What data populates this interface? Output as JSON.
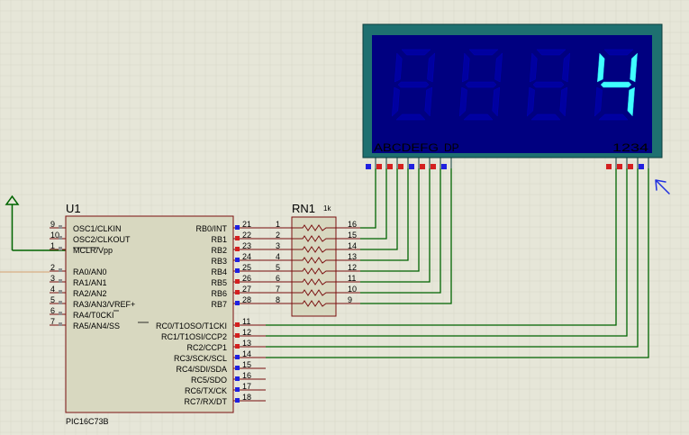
{
  "u1": {
    "ref": "U1",
    "part": "PIC16C73B",
    "left_pins": [
      {
        "num": "9",
        "label": "OSC1/CLKIN"
      },
      {
        "num": "10",
        "label": "OSC2/CLKOUT"
      },
      {
        "num": "1",
        "label": "MCLR/Vpp"
      },
      {
        "num": "2",
        "label": "RA0/AN0"
      },
      {
        "num": "3",
        "label": "RA1/AN1"
      },
      {
        "num": "4",
        "label": "RA2/AN2"
      },
      {
        "num": "5",
        "label": "RA3/AN3/VREF+"
      },
      {
        "num": "6",
        "label": "RA4/T0CKI"
      },
      {
        "num": "7",
        "label": "RA5/AN4/SS"
      }
    ],
    "right_pins": [
      {
        "num": "21",
        "label": "RB0/INT"
      },
      {
        "num": "22",
        "label": "RB1"
      },
      {
        "num": "23",
        "label": "RB2"
      },
      {
        "num": "24",
        "label": "RB3"
      },
      {
        "num": "25",
        "label": "RB4"
      },
      {
        "num": "26",
        "label": "RB5"
      },
      {
        "num": "27",
        "label": "RB6"
      },
      {
        "num": "28",
        "label": "RB7"
      },
      {
        "num": "11",
        "label": "RC0/T1OSO/T1CKI"
      },
      {
        "num": "12",
        "label": "RC1/T1OSI/CCP2"
      },
      {
        "num": "13",
        "label": "RC2/CCP1"
      },
      {
        "num": "14",
        "label": "RC3/SCK/SCL"
      },
      {
        "num": "15",
        "label": "RC4/SDI/SDA"
      },
      {
        "num": "16",
        "label": "RC5/SDO"
      },
      {
        "num": "17",
        "label": "RC6/TX/CK"
      },
      {
        "num": "18",
        "label": "RC7/RX/DT"
      }
    ]
  },
  "rn1": {
    "ref": "RN1",
    "value": "1k",
    "left_nums": [
      "1",
      "2",
      "3",
      "4",
      "5",
      "6",
      "7",
      "8"
    ],
    "right_nums": [
      "16",
      "15",
      "14",
      "13",
      "12",
      "11",
      "10",
      "9"
    ]
  },
  "display": {
    "segment_labels": "ABCDEFG",
    "dp_label": "DP",
    "digit_labels": "1234",
    "shown_digit": "4"
  },
  "colors": {
    "background": "#e6e6d8",
    "wire_green": "#006400",
    "pin_red": "#d42020",
    "pin_blue": "#2020e0",
    "display_body": "#1e7070",
    "display_panel": "#000080",
    "segment_on": "#40ffff",
    "segment_off": "#0000a0",
    "chip_body": "#d8d8c0",
    "chip_border": "#7a1010"
  }
}
